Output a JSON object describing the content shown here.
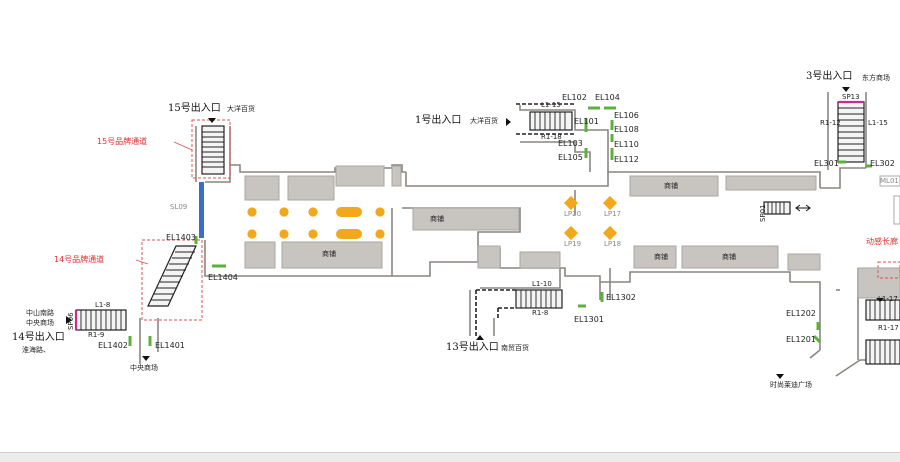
{
  "colors": {
    "block": "#c8c4c0",
    "blockStroke": "#aaa6a2",
    "wall": "#8a8580",
    "green": "#5cb03c",
    "blue": "#3a6fc9",
    "orange": "#f3a81c",
    "redDash": "#e05050",
    "magenta": "#c0308a",
    "dark": "#222222"
  },
  "entrances": {
    "e15": "15号出入口",
    "e15_mall": "大洋百货",
    "e1": "1号出入口",
    "e1_mall": "大洋百货",
    "e3": "3号出入口",
    "e3_mall": "东方商场",
    "e13": "13号出入口",
    "e13_mall": "南贸百货",
    "e14": "14号出入口",
    "e14_road": "淮海路、",
    "e14_left1": "中山南路",
    "e14_left2": "中央商场",
    "center_mall": "中央商场",
    "plaza": "时尚莱迪广场"
  },
  "channels": {
    "c15": "15号品牌通道",
    "c14": "14号品牌通道",
    "right_red": "动感长廊"
  },
  "stairs": {
    "l1_15": "L1-15",
    "r1_18": "R1-18",
    "l1_10": "L1-10",
    "r1_8": "R1-8",
    "l1_8": "L1-8",
    "r1_9": "R1-9",
    "r1_12": "R1-12",
    "l1_15b": "L1-15",
    "l1_17": "L1-17",
    "r1_17": "R1-17",
    "sp13": "SP13",
    "sp01": "SP01",
    "sp06": "SP06"
  },
  "codes": {
    "el102": "EL102",
    "el104": "EL104",
    "el101": "EL101",
    "el106": "EL106",
    "el108": "EL108",
    "el103": "EL103",
    "el110": "EL110",
    "el105": "EL105",
    "el112": "EL112",
    "el301": "EL301",
    "el302": "EL302",
    "ml01": "ML01",
    "sl09": "SL09",
    "el1403": "EL1403",
    "el1404": "EL1404",
    "el1402": "EL1402",
    "el1401": "EL1401",
    "el1302": "EL1302",
    "el1301": "EL1301",
    "el1202": "EL1202",
    "el1201": "EL1201",
    "lp20": "LP20",
    "lp17": "LP17",
    "lp19": "LP19",
    "lp18": "LP18"
  },
  "shops": {
    "s1": "商铺",
    "s2": "商铺",
    "s3": "商铺",
    "s4": "商铺",
    "s5": "商铺"
  }
}
